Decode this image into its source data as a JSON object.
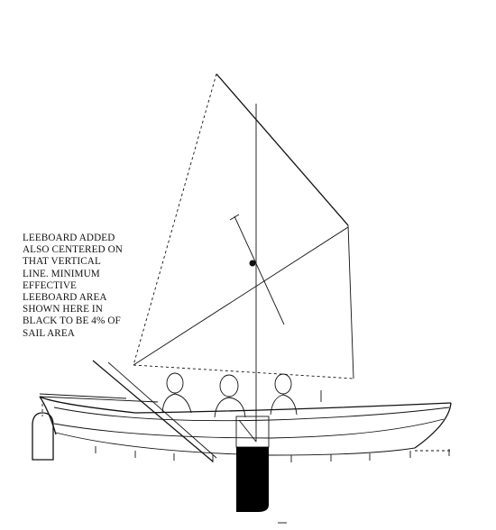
{
  "annotation": {
    "lines": [
      "LEEBOARD ADDED",
      "ALSO CENTERED ON",
      "THAT VERTICAL",
      "LINE. MINIMUM",
      "EFFECTIVE",
      "LEEBOARD AREA",
      "SHOWN HERE IN",
      "BLACK TO BE 4% OF",
      "SAIL AREA"
    ]
  },
  "colors": {
    "ink": "#111111",
    "leeboard_fill": "#000000",
    "paper": "#ffffff"
  }
}
